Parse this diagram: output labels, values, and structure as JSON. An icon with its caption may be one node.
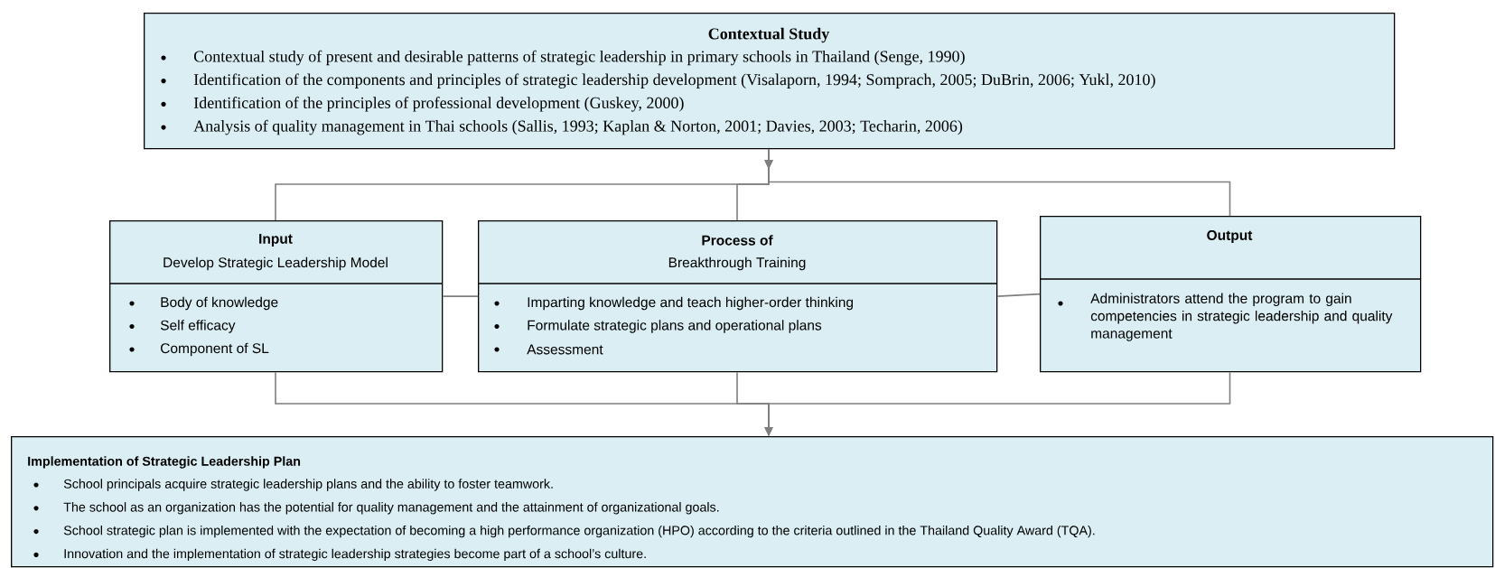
{
  "diagram": {
    "nodes": [
      {
        "text": [
          "Contextual Study",
          "Contextual study of present and desirable patterns of strategic leadership in primary schools in Thailand (Senge, 1990)",
          "Identification of the components and principles of strategic leadership development (Visalaporn, 1994; Somprach, 2005; DuBrin, 2006; Yukl, 2010)",
          "Identification of the principles of professional development (Guskey, 2000)",
          "Analysis of quality management in Thai schools (Sallis, 1993; Kaplan & Norton, 2001;  Davies, 2003; Techarin, 2006)"
        ]
      },
      {
        "text": [
          "Input",
          "Develop Strategic Leadership Model",
          "Body of knowledge",
          "Self efficacy",
          "Component of SL"
        ]
      },
      {
        "text": [
          "Process of",
          "Breakthrough Training",
          "Imparting knowledge and teach higher-order thinking",
          "Formulate strategic plans and operational plans",
          "Assessment"
        ]
      },
      {
        "text": [
          "Output",
          "Administrators attend the program to gain competencies in strategic leadership and quality management"
        ]
      },
      {
        "text": [
          "Implementation of Strategic Leadership Plan",
          "School principals acquire strategic leadership plans and the ability to foster teamwork.",
          "The school as an organization has the potential for quality management and the attainment of organizational goals.",
          "School strategic plan is implemented with the expectation of becoming a high performance organization (HPO) according to the criteria outlined in the Thailand Quality Award (TQA).",
          "Innovation and the implementation of strategic leadership strategies become part of a school’s culture."
        ]
      }
    ],
    "edges": [
      {
        "from": 0,
        "to": 1,
        "arrow": "to"
      },
      {
        "from": 0,
        "to": 2,
        "arrow": "to"
      },
      {
        "from": 0,
        "to": 3,
        "arrow": "to"
      },
      {
        "from": 1,
        "to": 2,
        "arrow": "none"
      },
      {
        "from": 2,
        "to": 3,
        "arrow": "none"
      },
      {
        "from": 1,
        "to": 4,
        "arrow": "to"
      },
      {
        "from": 2,
        "to": 4,
        "arrow": "to"
      },
      {
        "from": 3,
        "to": 4,
        "arrow": "to"
      }
    ]
  }
}
